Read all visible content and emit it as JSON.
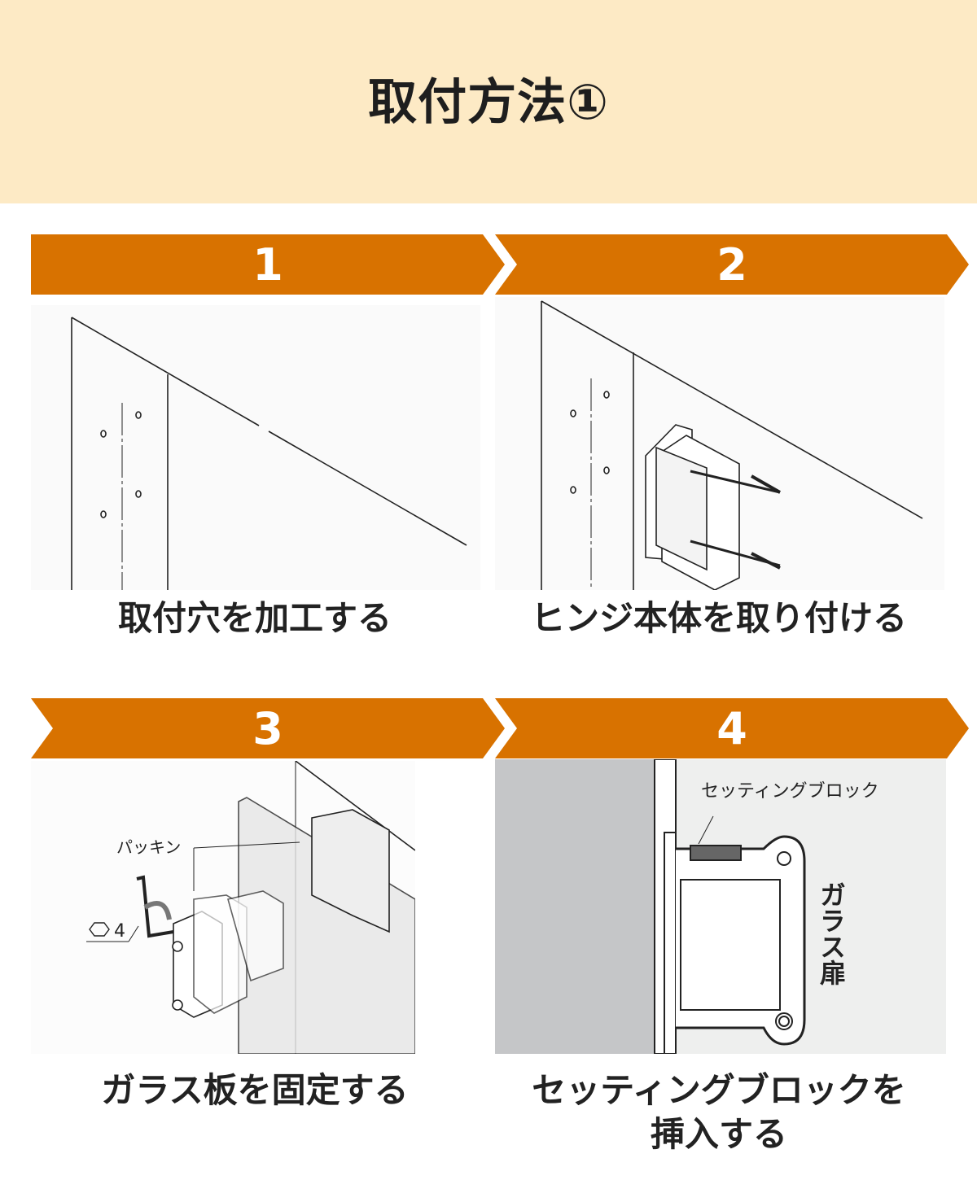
{
  "header": {
    "title": "取付方法①"
  },
  "steps": [
    {
      "number": "1",
      "caption": "取付穴を加工する"
    },
    {
      "number": "2",
      "caption": "ヒンジ本体を取り付ける"
    },
    {
      "number": "3",
      "caption": "ガラス板を固定する",
      "labels": {
        "packing": "パッキン",
        "hex": "4"
      }
    },
    {
      "number": "4",
      "caption_line1": "セッティングブロックを",
      "caption_line2": "挿入する",
      "labels": {
        "block": "セッティングブロック",
        "door": "ガラス扉"
      }
    }
  ],
  "colors": {
    "header_bg": "#fdeac5",
    "banner": "#d87200"
  }
}
